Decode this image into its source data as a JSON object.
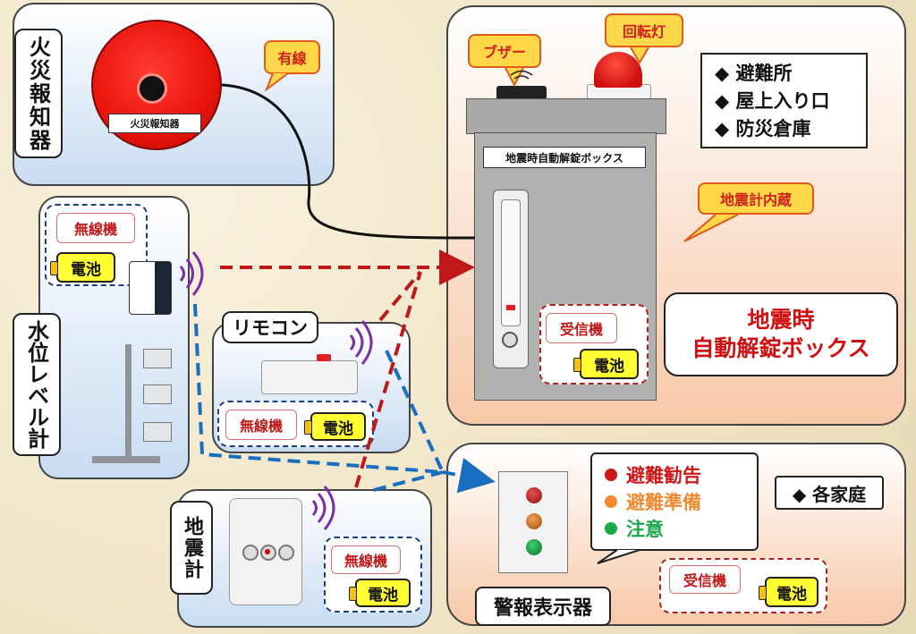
{
  "fire_alarm": {
    "label": "火災報知器",
    "device_label": "火災報知器",
    "callout": "有線"
  },
  "water_level": {
    "label": "水位レベル計",
    "radio": "無線機",
    "battery": "電池"
  },
  "remote": {
    "label": "リモコン",
    "radio": "無線機",
    "battery": "電池"
  },
  "seismometer": {
    "label": "地震計",
    "radio": "無線機",
    "battery": "電池"
  },
  "box": {
    "device_title": "地震時自動解錠ボックス",
    "callout_buzzer": "ブザー",
    "callout_light": "回転灯",
    "callout_seismo": "地震計内蔵",
    "locations": [
      "◆ 避難所",
      "◆ 屋上入り口",
      "◆ 防災倉庫"
    ],
    "receiver": "受信機",
    "battery": "電池",
    "name_line1": "地震時",
    "name_line2": "自動解錠ボックス"
  },
  "display": {
    "label": "警報表示器",
    "households": "◆ 各家庭",
    "legend": [
      {
        "text": "避難勧告",
        "color": "#cc1818"
      },
      {
        "text": "避難準備",
        "color": "#f08a30"
      },
      {
        "text": "注意",
        "color": "#1aa84a"
      }
    ],
    "receiver": "受信機",
    "battery": "電池"
  },
  "colors": {
    "red_arrow": "#c01818",
    "blue_arrow": "#1a6ec0",
    "wire": "#111111"
  }
}
